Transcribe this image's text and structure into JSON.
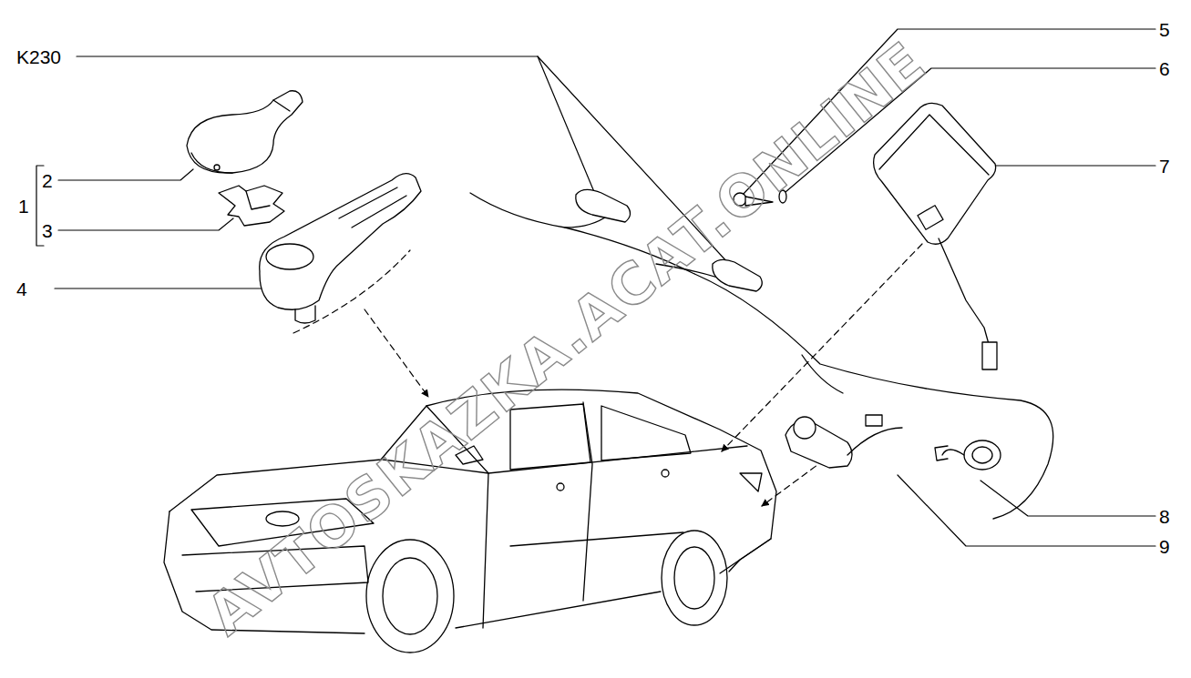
{
  "diagram": {
    "labels": [
      "K230",
      "5",
      "6",
      "2",
      "1",
      "3",
      "7",
      "4",
      "8",
      "9",
      "AVTOSKAZKA.ACAT.ONLINE"
    ]
  }
}
